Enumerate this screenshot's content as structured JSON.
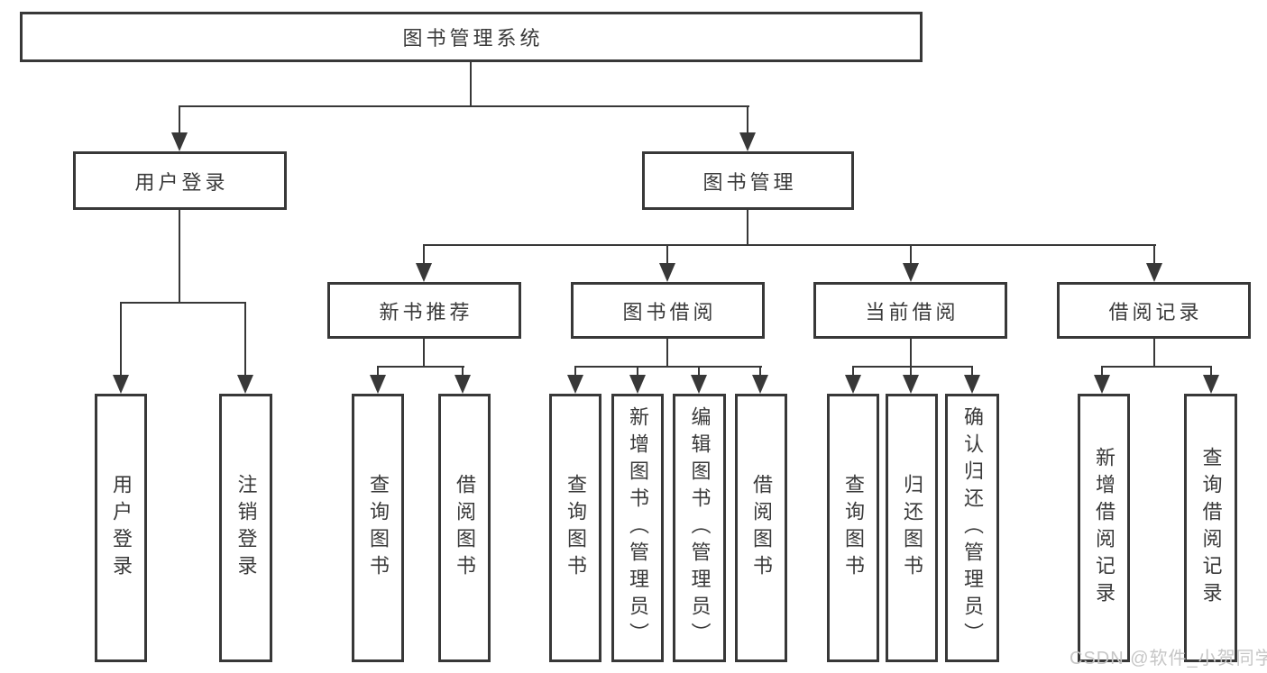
{
  "diagram": {
    "root": {
      "label": "图书管理系统"
    },
    "level1": [
      {
        "label": "用户登录"
      },
      {
        "label": "图书管理"
      }
    ],
    "level2": [
      {
        "label": "新书推荐"
      },
      {
        "label": "图书借阅"
      },
      {
        "label": "当前借阅"
      },
      {
        "label": "借阅记录"
      }
    ],
    "leaves": [
      {
        "group": "用户登录",
        "label": "用户登录"
      },
      {
        "group": "用户登录",
        "label": "注销登录"
      },
      {
        "group": "新书推荐",
        "label": "查询图书"
      },
      {
        "group": "新书推荐",
        "label": "借阅图书"
      },
      {
        "group": "图书借阅",
        "label": "查询图书"
      },
      {
        "group": "图书借阅",
        "label": "新增图书（管理员）"
      },
      {
        "group": "图书借阅",
        "label": "编辑图书（管理员）"
      },
      {
        "group": "图书借阅",
        "label": "借阅图书"
      },
      {
        "group": "当前借阅",
        "label": "查询图书"
      },
      {
        "group": "当前借阅",
        "label": "归还图书"
      },
      {
        "group": "当前借阅",
        "label": "确认归还（管理员）"
      },
      {
        "group": "借阅记录",
        "label": "新增借阅记录"
      },
      {
        "group": "借阅记录",
        "label": "查询借阅记录"
      }
    ]
  },
  "watermark": {
    "text": "CSDN @软件_小贺同学"
  },
  "colors": {
    "line": "#383838",
    "text": "#3a3a3a",
    "watermark": "#c6c6c6",
    "background": "#ffffff"
  }
}
